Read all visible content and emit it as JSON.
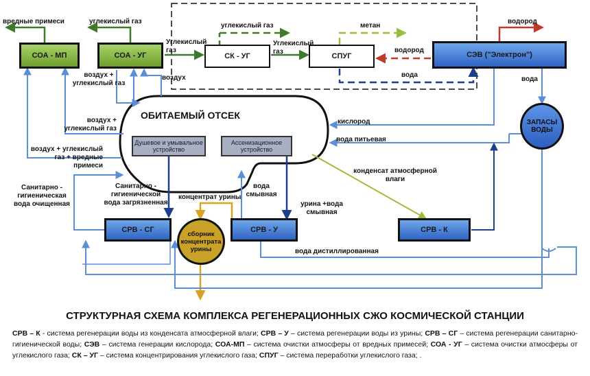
{
  "title": "СТРУКТУРНАЯ СХЕМА КОМПЛЕКСА РЕГЕНЕРАЦИОННЫХ СЖО КОСМИЧЕСКОЙ СТАНЦИИ",
  "blocks": {
    "soa_mp": "СОА - МП",
    "soa_ug": "СОА - УГ",
    "sk_ug": "СК - УГ",
    "spug": "СПУГ",
    "sev": "СЭВ (\"Электрон\")",
    "srv_sg": "СРВ - СГ",
    "srv_u": "СРВ - У",
    "srv_k": "СРВ - К",
    "habitat": "ОБИТАЕМЫЙ ОТСЕК",
    "shower": "Душевое и умывальное устройство",
    "toilet": "Ассенизационное устройство",
    "water_reserve": "ЗАПАСЫ ВОДЫ",
    "collector": "сборник концентрата урины"
  },
  "labels": {
    "harmful": "вредные примеси",
    "co2_top": "углекислый газ",
    "co2_a": "Углекислый газ",
    "co2_dash": "углекислый газ",
    "co2_b": "Углекислый газ",
    "methane": "метан",
    "hydrogen_out": "водород",
    "hydrogen_in": "водород",
    "water_spug": "вода",
    "water_sev": "вода",
    "air_co2_1": "воздух + углекислый газ",
    "air_top": "воздух",
    "air_co2_2": "воздух + углекислый газ",
    "air_co2_harm": "воздух + углекислый газ + вредные примеси",
    "oxygen": "кислород",
    "drinking": "вода питьевая",
    "condensate": "конденсат атмосферной влаги",
    "sanit_clean": "Санитарно - гигиеническая вода очищенная",
    "sanit_dirty": "Санитарно - гигиенической вода загрязненная",
    "urine_conc": "концентрат урины",
    "flush_water": "вода смывная",
    "urine_water": "урина +вода смывная",
    "distilled": "вода дистиллированная"
  },
  "legend": [
    {
      "abbr": "СРВ – К",
      "text": " - система регенерации воды из конденсата атмосферной влаги; "
    },
    {
      "abbr": "СРВ – У",
      "text": " – система регенерации воды из урины; "
    },
    {
      "abbr": "СРВ – СГ",
      "text": " – система регенерации санитарно-гигиенической воды; "
    },
    {
      "abbr": "СЭВ",
      "text": " – система генерации кислорода; "
    },
    {
      "abbr": "СОА-МП",
      "text": " – система очистки атмосферы от вредных примесей; "
    },
    {
      "abbr": "СОА - УГ",
      "text": " – система очистки атмосферы от углекислого газа; "
    },
    {
      "abbr": "СК – УГ",
      "text": " – система концентрирования углекислого газа; "
    },
    {
      "abbr": "СПУГ",
      "text": " – система переработки углекислого газа; ."
    }
  ]
}
